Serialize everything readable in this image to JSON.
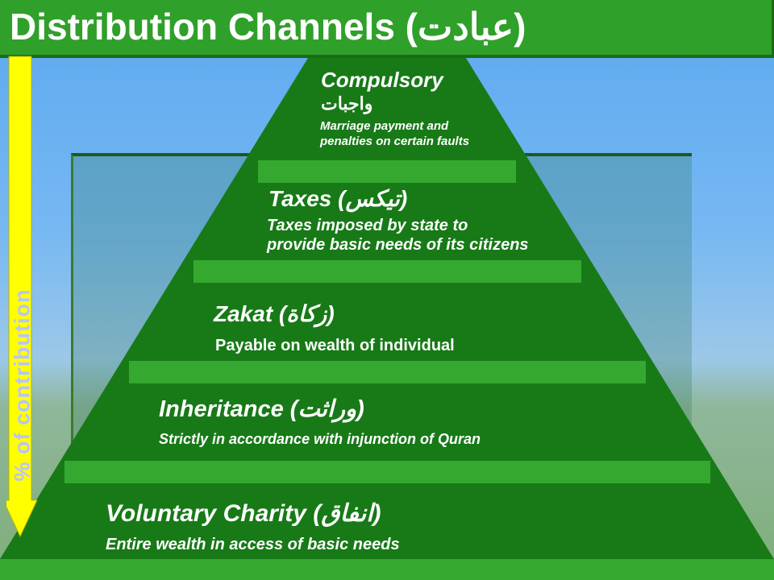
{
  "title": "Distribution Channels (عبادت)",
  "axis_label": "% of contribution",
  "tiers": [
    {
      "heading": "Compulsory",
      "arabic": "واجبات",
      "description_line1": "Marriage payment and",
      "description_line2": "penalties on certain faults"
    },
    {
      "heading": "Taxes (تیکس)",
      "description_line1": "Taxes imposed by state to",
      "description_line2": "provide basic needs of its citizens"
    },
    {
      "heading": "Zakat (زکاة)",
      "description_line1": "Payable on wealth of individual"
    },
    {
      "heading": "Inheritance (وراثت)",
      "description_line1": "Strictly in accordance with injunction of Quran"
    },
    {
      "heading": "Voluntary Charity (انفاق)",
      "description_line1": "Entire wealth in access of basic needs"
    }
  ],
  "colors": {
    "pyramid": "#177a17",
    "step": "#35a830",
    "title_bar": "#2fa02a",
    "arrow": "#ffff00"
  }
}
